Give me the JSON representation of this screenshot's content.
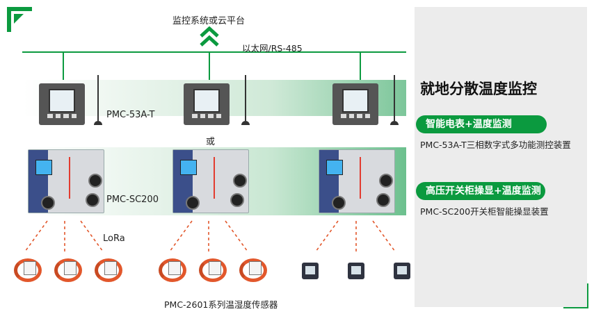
{
  "top_label": "监控系统或云平台",
  "bus_label": "以太网/RS-485",
  "or_label": "或",
  "meter_label": "PMC-53A-T",
  "switch_label": "PMC-SC200",
  "lora_label": "LoRa",
  "sensor_label": "PMC-2601系列温湿度传感器",
  "right": {
    "title": "就地分散温度监控",
    "pill1": "智能电表+温度监测",
    "desc1": "PMC-53A-T三相数字式多功能测控装置",
    "pill2": "高压开关柜操显+温度监测",
    "desc2": "PMC-SC200开关柜智能操显装置"
  },
  "colors": {
    "accent": "#0b9a3f",
    "band_green": "#7cc69a",
    "lora_dash": "#e2572b"
  },
  "icons": [
    "double-chevron-up-icon",
    "corner-bracket-icon",
    "antenna-icon"
  ]
}
